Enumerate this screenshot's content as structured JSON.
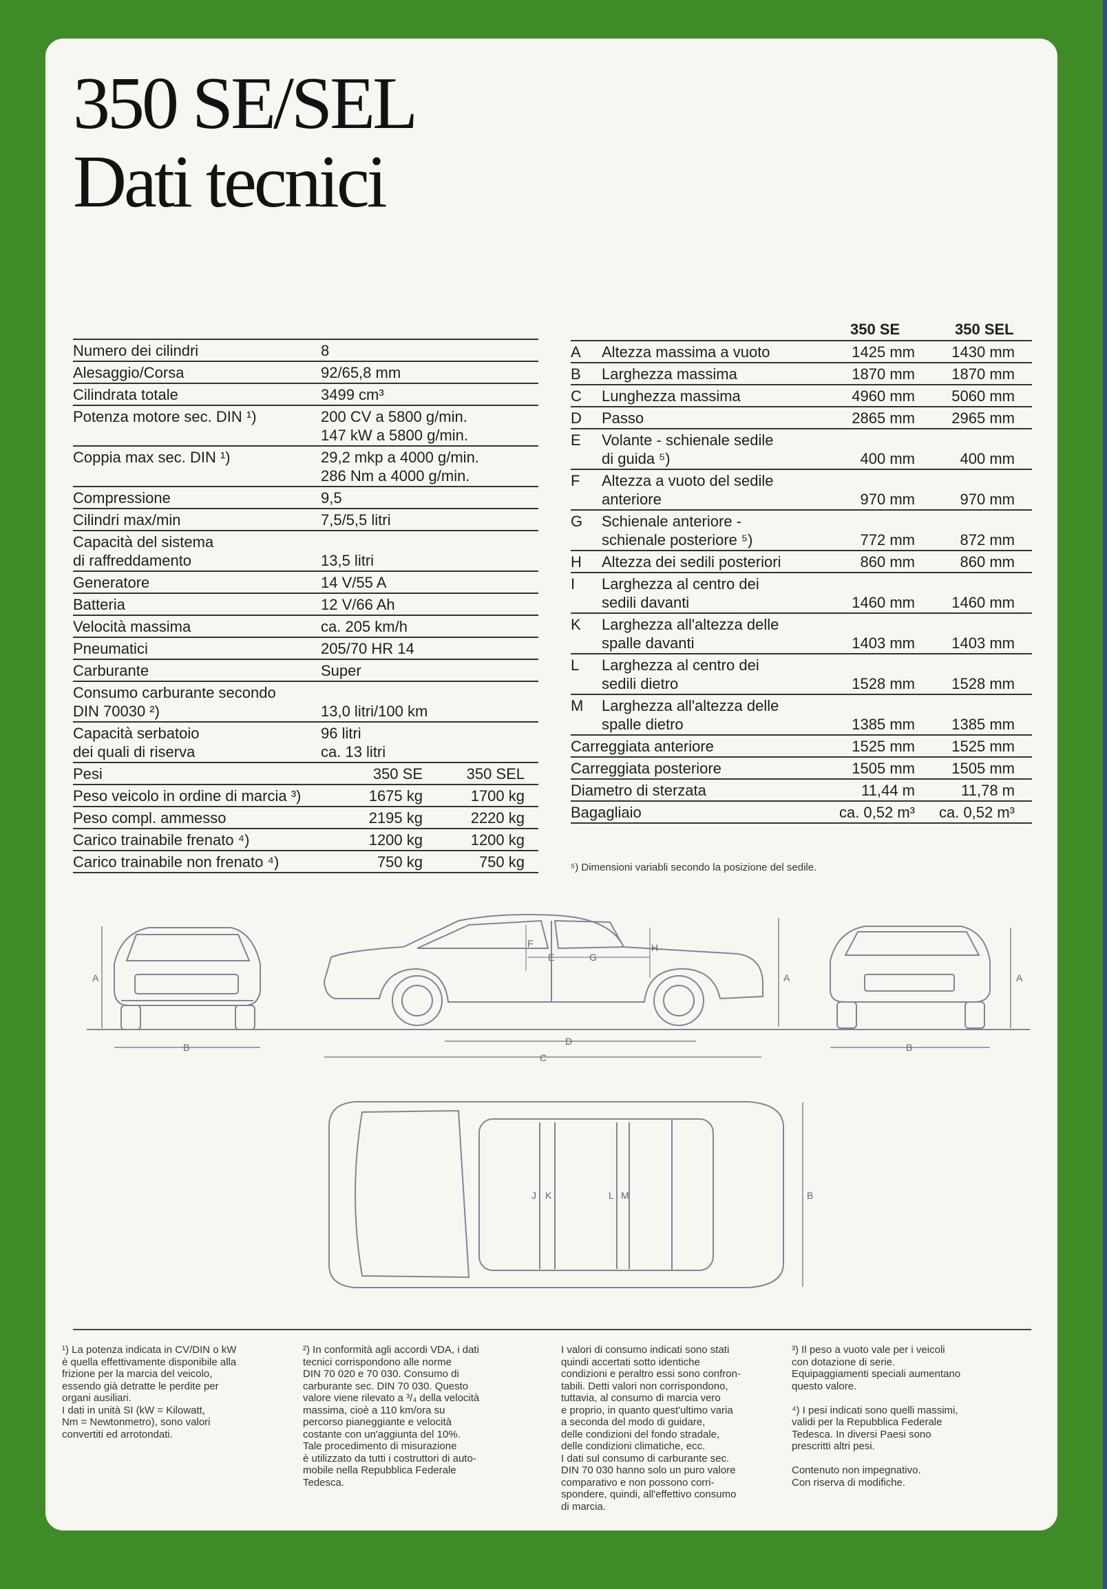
{
  "title": {
    "line1": "350 SE/SEL",
    "line2": "Dati tecnici"
  },
  "specs": [
    {
      "label": "Numero dei cilindri",
      "value": "8"
    },
    {
      "label": "Alesaggio/Corsa",
      "value": "92/65,8 mm"
    },
    {
      "label": "Cilindrata totale",
      "value": "3499 cm³"
    },
    {
      "label": "Potenza motore sec. DIN ¹)",
      "value": "200 CV a 5800 g/min.\n147 kW a 5800 g/min."
    },
    {
      "label": "Coppia max sec. DIN ¹)",
      "value": "29,2 mkp a 4000 g/min.\n286 Nm a 4000 g/min."
    },
    {
      "label": "Compressione",
      "value": "9,5"
    },
    {
      "label": "Cilindri max/min",
      "value": "7,5/5,5 litri"
    },
    {
      "label": "Capacità del sistema\ndi raffreddamento",
      "value": "\n13,5 litri"
    },
    {
      "label": "Generatore",
      "value": "14 V/55 A"
    },
    {
      "label": "Batteria",
      "value": "12 V/66 Ah"
    },
    {
      "label": "Velocità massima",
      "value": "ca. 205 km/h"
    },
    {
      "label": "Pneumatici",
      "value": "205/70 HR 14"
    },
    {
      "label": "Carburante",
      "value": "Super"
    },
    {
      "label": "Consumo carburante secondo\nDIN 70030 ²)",
      "value": "\n13,0 litri/100 km"
    },
    {
      "label": "Capacità serbatoio\ndei quali di riserva",
      "value": "96 litri\nca. 13 litri"
    }
  ],
  "weights": [
    {
      "label": "Pesi",
      "se": "350 SE",
      "sel": "350 SEL"
    },
    {
      "label": "Peso veicolo in ordine di marcia ³)",
      "se": "1675 kg",
      "sel": "1700 kg"
    },
    {
      "label": "Peso compl. ammesso",
      "se": "2195 kg",
      "sel": "2220 kg"
    },
    {
      "label": "Carico trainabile frenato ⁴)",
      "se": "1200 kg",
      "sel": "1200 kg"
    },
    {
      "label": "Carico trainabile non frenato ⁴)",
      "se": "750 kg",
      "sel": "750 kg"
    }
  ],
  "dims_header": {
    "se": "350 SE",
    "sel": "350 SEL"
  },
  "dims": [
    {
      "letter": "A",
      "label": "Altezza massima a vuoto",
      "se": "1425 mm",
      "sel": "1430 mm"
    },
    {
      "letter": "B",
      "label": "Larghezza massima",
      "se": "1870 mm",
      "sel": "1870 mm"
    },
    {
      "letter": "C",
      "label": "Lunghezza massima",
      "se": "4960 mm",
      "sel": "5060 mm"
    },
    {
      "letter": "D",
      "label": "Passo",
      "se": "2865 mm",
      "sel": "2965 mm"
    },
    {
      "letter": "E",
      "label": "Volante - schienale sedile\ndi guida ⁵)",
      "se": "400 mm",
      "sel": "400 mm"
    },
    {
      "letter": "F",
      "label": "Altezza a vuoto del sedile\nanteriore",
      "se": "970 mm",
      "sel": "970 mm"
    },
    {
      "letter": "G",
      "label": "Schienale anteriore -\nschienale posteriore ⁵)",
      "se": "772 mm",
      "sel": "872 mm"
    },
    {
      "letter": "H",
      "label": "Altezza dei sedili posteriori",
      "se": "860 mm",
      "sel": "860 mm"
    },
    {
      "letter": "I",
      "label": "Larghezza al centro dei\nsedili davanti",
      "se": "1460 mm",
      "sel": "1460 mm"
    },
    {
      "letter": "K",
      "label": "Larghezza all'altezza delle\nspalle davanti",
      "se": "1403 mm",
      "sel": "1403 mm"
    },
    {
      "letter": "L",
      "label": "Larghezza al centro dei\nsedili dietro",
      "se": "1528 mm",
      "sel": "1528 mm"
    },
    {
      "letter": "M",
      "label": "Larghezza all'altezza delle\nspalle dietro",
      "se": "1385 mm",
      "sel": "1385 mm"
    }
  ],
  "dims_extra": [
    {
      "label": "Carreggiata anteriore",
      "se": "1525 mm",
      "sel": "1525 mm"
    },
    {
      "label": "Carreggiata posteriore",
      "se": "1505 mm",
      "sel": "1505 mm"
    },
    {
      "label": "Diametro di sterzata",
      "se": "11,44 m",
      "sel": "11,78 m"
    },
    {
      "label": "Bagagliaio",
      "se": "ca.  0,52 m³",
      "sel": "ca.  0,52 m³"
    }
  ],
  "dims_note": "⁵) Dimensioni variabli secondo la posizione del sedile.",
  "drawing_labels": {
    "a": "A",
    "b": "B",
    "c": "C",
    "d": "D",
    "e": "E",
    "f": "F",
    "g": "G",
    "h": "H",
    "j": "J",
    "k": "K",
    "l": "L",
    "m": "M"
  },
  "footnotes": [
    "¹) La potenza indicata in CV/DIN o kW\n    è quella effettivamente disponibile alla\n    frizione per la marcia del veicolo,\n    essendo già detratte le perdite per\n    organi ausiliari.\n    I dati in unità SI (kW = Kilowatt,\n    Nm = Newtonmetro), sono valori\n    convertiti ed arrotondati.",
    "²) In conformità agli accordi VDA, i dati\n    tecnici corrispondono alle norme\n    DIN 70 020 e 70 030. Consumo di\n    carburante sec. DIN 70 030. Questo\n    valore viene rilevato a ³/₄ della velocità\n    massima, cioè a 110 km/ora su\n    percorso pianeggiante e velocità\n    costante con un'aggiunta del 10%.\n    Tale procedimento di misurazione\n    è utilizzato da tutti i costruttori di auto-\n    mobile nella Repubblica Federale\n    Tedesca.",
    "I valori di consumo indicati sono stati\nquindi accertati sotto identiche\ncondizioni e peraltro essi sono confron-\ntabili. Detti valori non corrispondono,\ntuttavia, al consumo di marcia vero\ne proprio, in quanto quest'ultimo varia\na seconda del modo di guidare,\ndelle condizioni del fondo stradale,\ndelle condizioni climatiche, ecc.\nI dati sul consumo di carburante sec.\nDIN 70 030 hanno solo un puro valore\ncomparativo e non possono corri-\nspondere, quindi, all'effettivo consumo\ndi marcia.",
    "³) Il peso a vuoto vale per i veicoli\n    con dotazione di serie.\n    Equipaggiamenti speciali aumentano\n    questo valore.\n\n⁴) I pesi indicati sono quelli massimi,\n    validi per la Repubblica Federale\n    Tedesca. In diversi Paesi sono\n    prescritti altri pesi.\n\n    Contenuto non impegnativo.\n    Con riserva di modifiche."
  ]
}
